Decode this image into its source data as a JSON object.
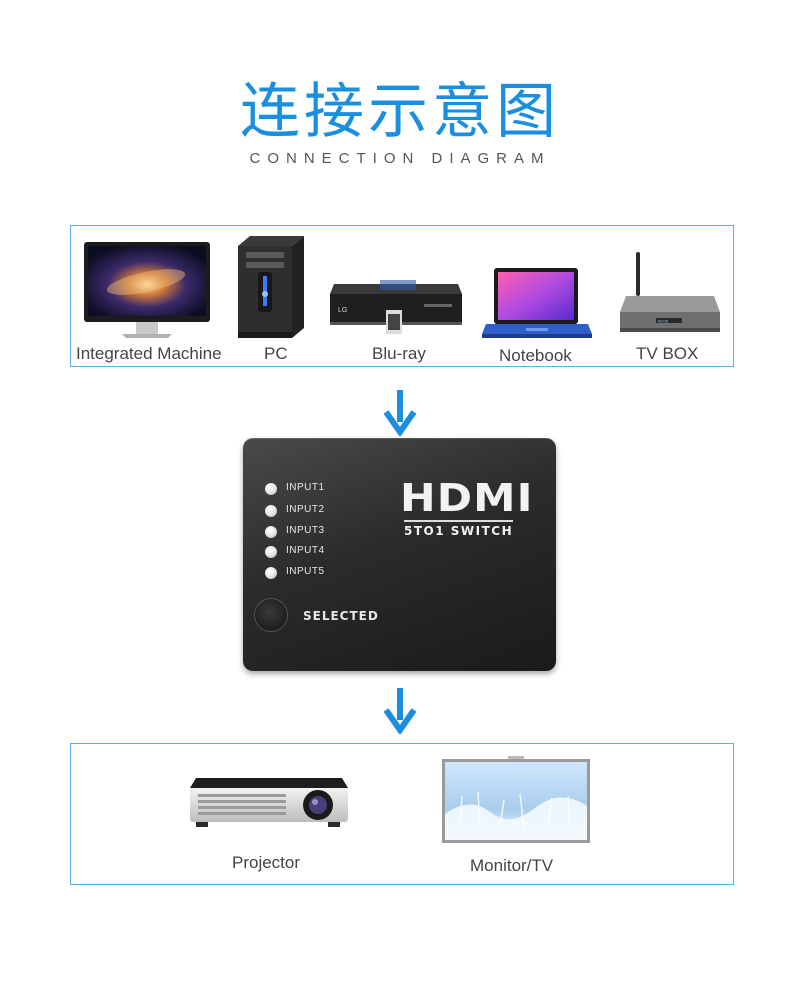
{
  "header": {
    "title_cn": "连接示意图",
    "title_en": "CONNECTION DIAGRAM"
  },
  "sources": [
    {
      "label": "Integrated Machine",
      "icon": "all-in-one-computer-icon"
    },
    {
      "label": "PC",
      "icon": "desktop-tower-icon"
    },
    {
      "label": "Blu-ray",
      "icon": "bluray-player-icon"
    },
    {
      "label": "Notebook",
      "icon": "laptop-icon"
    },
    {
      "label": "TV BOX",
      "icon": "tv-box-icon"
    }
  ],
  "switch": {
    "brand": "HDMI",
    "model": "5TO1 SWITCH",
    "inputs": [
      "INPUT1",
      "INPUT2",
      "INPUT3",
      "INPUT4",
      "INPUT5"
    ],
    "button_label": "SELECTED"
  },
  "outputs": [
    {
      "label": "Projector",
      "icon": "projector-icon"
    },
    {
      "label": "Monitor/TV",
      "icon": "monitor-tv-icon"
    }
  ],
  "colors": {
    "accent": "#1a8fe0",
    "frame": "#59b3e8",
    "switch_body": "#2b2b2b"
  }
}
